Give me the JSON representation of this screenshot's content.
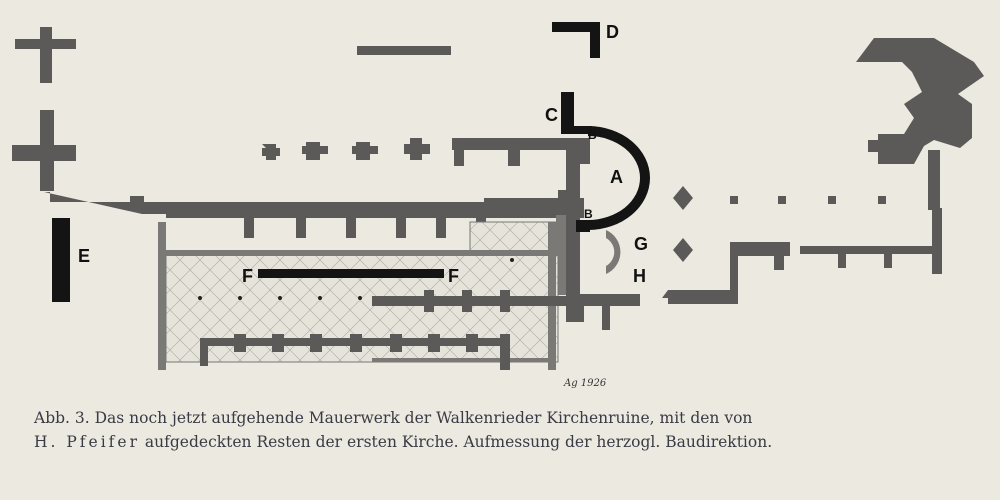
{
  "labels": {
    "a": "A",
    "b_top": "B",
    "b_bottom": "B",
    "c": "C",
    "d": "D",
    "e": "E",
    "f_left": "F",
    "f_right": "F",
    "g": "G",
    "h": "H"
  },
  "signature": "Ag 1926",
  "caption": {
    "line1": "Abb. 3.  Das noch jetzt aufgehende Mauerwerk der Walkenrieder Kirchenruine,  mit den von",
    "name": "H. Pfeifer",
    "line2_rest": " aufgedeckten Resten der ersten Kirche.  Aufmessung der herzogl. Baudirektion."
  },
  "colors": {
    "paper": "#ebe9e0",
    "masonry": "#5c5a58",
    "excavated": "#141414",
    "caption_text": "#3a3a44"
  }
}
